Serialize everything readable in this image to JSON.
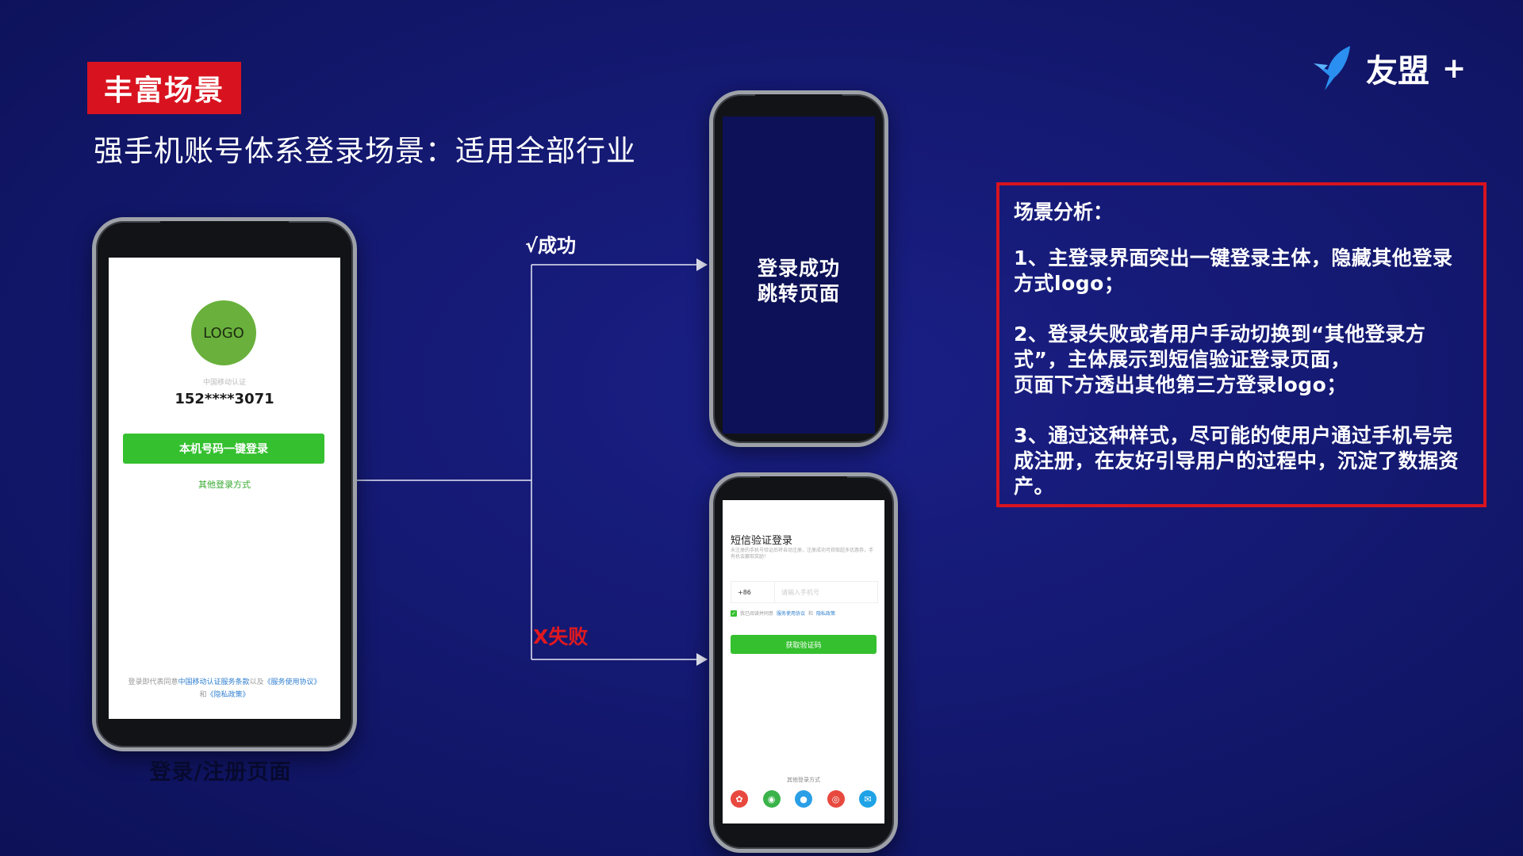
{
  "header": {
    "tag": "丰富场景",
    "subtitle": "强手机账号体系登录场景：适用全部行业"
  },
  "brand": {
    "logo_icon": "bird-logo-icon",
    "name": "友盟",
    "plus": "+"
  },
  "phone_login": {
    "logo_text": "LOGO",
    "carrier_text": "中国移动认证",
    "phone_number": "152****3071",
    "one_click_button": "本机号码一键登录",
    "other_login": "其他登录方式",
    "legal_prefix": "登录即代表同意",
    "legal_link1": "中国移动认证服务条款",
    "legal_mid": "以及",
    "legal_link2": "《服务使用协议》",
    "legal_and": "和",
    "legal_link3": "《隐私政策》",
    "caption": "登录/注册页面"
  },
  "phone_success": {
    "line1": "登录成功",
    "line2": "跳转页面"
  },
  "phone_sms": {
    "title": "短信验证登录",
    "desc": "未注册的手机号验证后将自动注册，注册成功可获取超多优惠券，手有机会赢取奖励！",
    "country_code": "+86",
    "phone_placeholder": "请输入手机号",
    "agree_prefix": "我已阅读并同意",
    "agree_link1": "服务使用协议",
    "agree_and": "和",
    "agree_link2": "隐私政策",
    "get_code_button": "获取验证码",
    "other_login": "其他登录方式",
    "social_icons": [
      {
        "name": "huawei-icon",
        "color": "#e8493f",
        "glyph": "✿"
      },
      {
        "name": "wechat-icon",
        "color": "#3ab34a",
        "glyph": "◉"
      },
      {
        "name": "qq-icon",
        "color": "#2a9fe6",
        "glyph": "●"
      },
      {
        "name": "weibo-icon",
        "color": "#e8493f",
        "glyph": "◎"
      },
      {
        "name": "email-icon",
        "color": "#1fa3e6",
        "glyph": "✉"
      }
    ]
  },
  "flow": {
    "success_label": "√成功",
    "fail_label": "X失败"
  },
  "analysis": {
    "title": "场景分析：",
    "items": [
      "1、主登录界面突出一键登录主体，隐藏其他登录方式logo；",
      "2、登录失败或者用户手动切换到“其他登录方式”，主体展示到短信验证登录页面，\n页面下方透出其他第三方登录logo；",
      "3、通过这种样式，尽可能的使用户通过手机号完成注册，在友好引导用户的过程中，沉淀了数据资产。"
    ]
  },
  "colors": {
    "background": "#13186e",
    "accent_red": "#d8131f",
    "accent_green": "#35c02f",
    "brand_blue": "#2a8ff0"
  }
}
